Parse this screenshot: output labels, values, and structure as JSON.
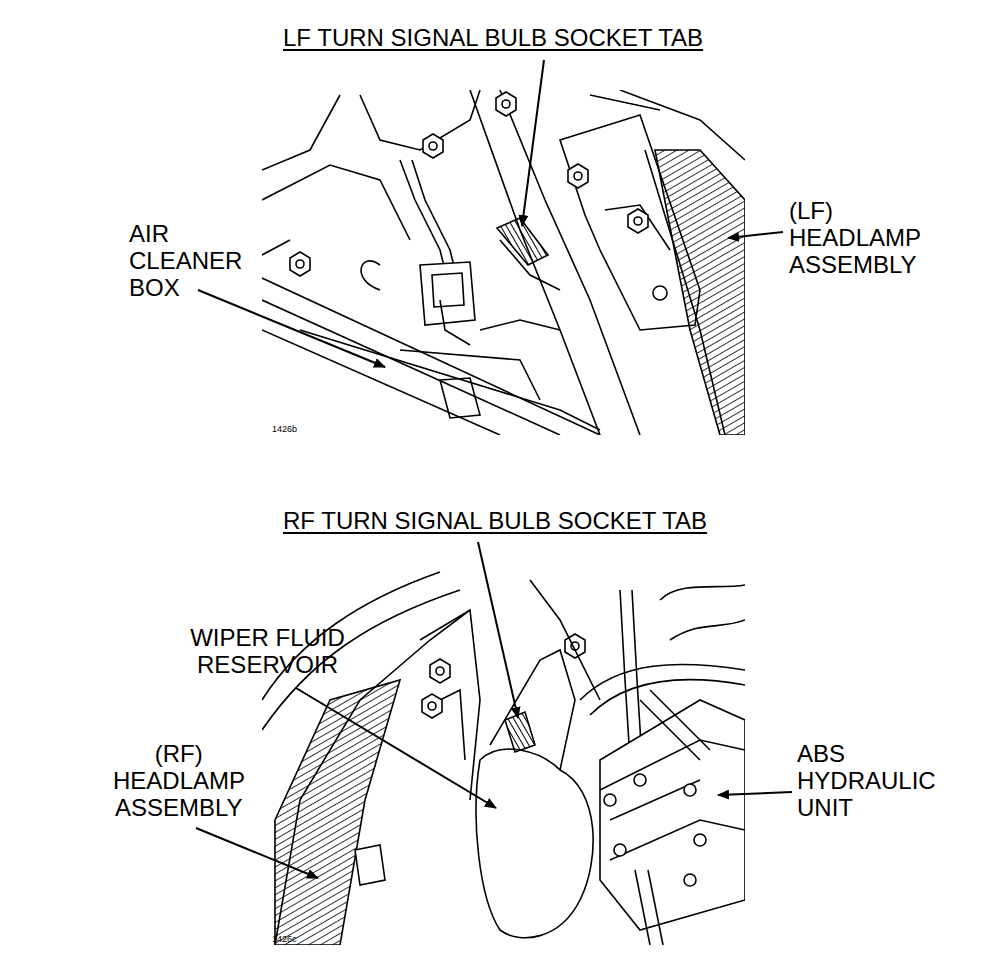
{
  "diagram": {
    "labels": [
      "LF TURN SIGNAL BULB SOCKET TAB",
      "(LF) HEADLAMP ASSEMBLY",
      "AIR CLEANER BOX",
      "1426b",
      "RF TURN SIGNAL BULB SOCKET TAB",
      "WIPER FLUID RESERVOIR",
      "(RF) HEADLAMP ASSEMBLY",
      "ABS HYDRAULIC UNIT",
      "1426c"
    ]
  }
}
